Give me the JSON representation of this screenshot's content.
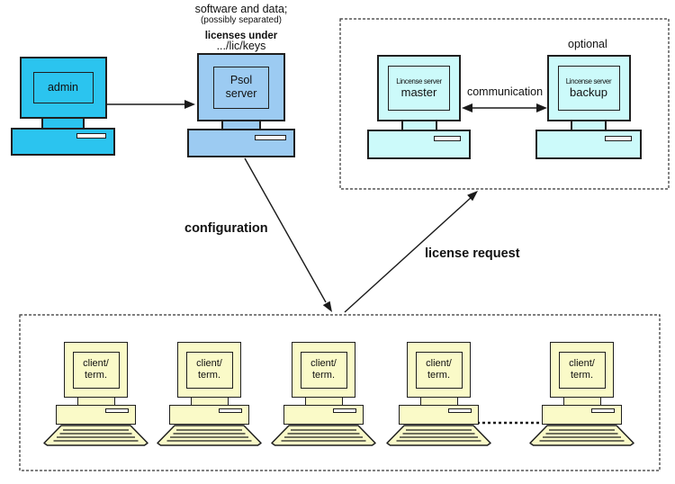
{
  "note": {
    "line1": "software and data;",
    "line2": "(possibly separated)",
    "line3": "licenses under",
    "line4": ".../lic/keys"
  },
  "labels": {
    "configuration": "configuration",
    "license_request": "license request",
    "communication": "communication",
    "optional": "optional"
  },
  "nodes": {
    "admin": {
      "label": "admin"
    },
    "psol": {
      "line1": "Psol",
      "line2": "server"
    },
    "master": {
      "line1": "Lincense server",
      "line2": "master"
    },
    "backup": {
      "line1": "Lincense server",
      "line2": "backup"
    },
    "clients": [
      {
        "line1": "client/",
        "line2": "term."
      },
      {
        "line1": "client/",
        "line2": "term."
      },
      {
        "line1": "client/",
        "line2": "term."
      },
      {
        "line1": "client/",
        "line2": "term."
      },
      {
        "line1": "client/",
        "line2": "term."
      }
    ]
  },
  "colors": {
    "admin_fill": "#2bc4ef",
    "psol_fill": "#9ccbf2",
    "license_server_fill": "#ccfafa",
    "client_fill": "#fafac8",
    "outline": "#1f1f1f",
    "arrow": "#1a1a1a",
    "dashed_box": "#333333"
  }
}
